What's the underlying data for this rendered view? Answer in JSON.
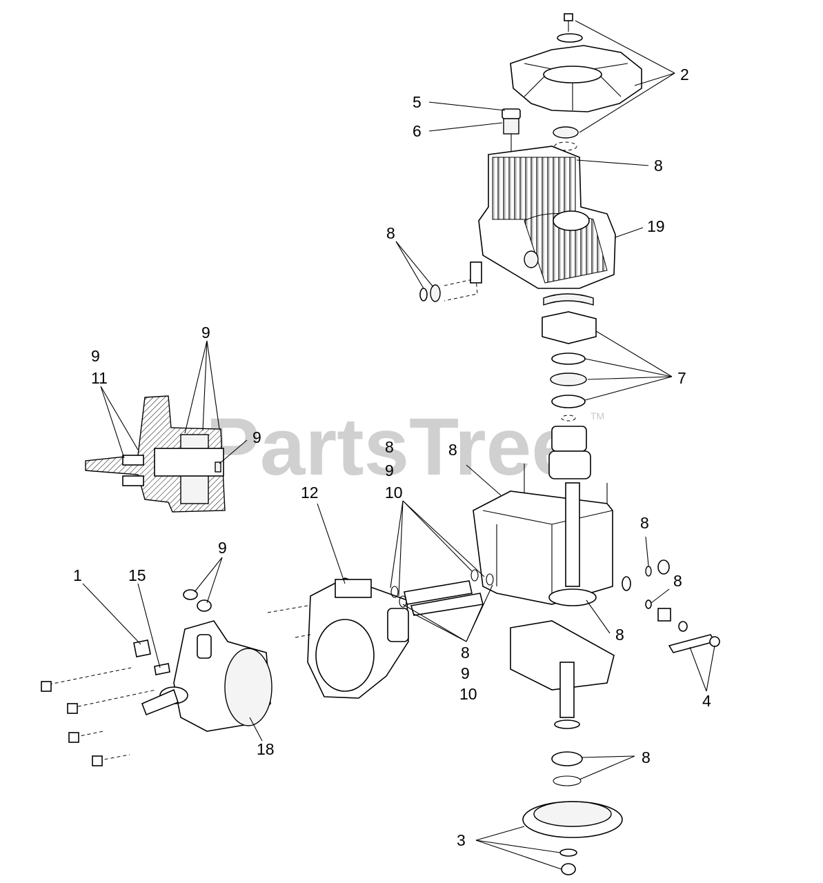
{
  "watermark": {
    "text": "PartsTree",
    "trademark": "TM"
  },
  "callouts": [
    {
      "id": "c1",
      "text": "1"
    },
    {
      "id": "c15",
      "text": "15"
    },
    {
      "id": "c18",
      "text": "18"
    },
    {
      "id": "c9a",
      "text": "9"
    },
    {
      "id": "c11",
      "text": "11"
    },
    {
      "id": "c9b",
      "text": "9"
    },
    {
      "id": "c9c",
      "text": "9"
    },
    {
      "id": "c9d",
      "text": "9"
    },
    {
      "id": "c12",
      "text": "12"
    },
    {
      "id": "c8a",
      "text": "8"
    },
    {
      "id": "c9e",
      "text": "9"
    },
    {
      "id": "c10a",
      "text": "10"
    },
    {
      "id": "c8b",
      "text": "8"
    },
    {
      "id": "c9f",
      "text": "9"
    },
    {
      "id": "c10b",
      "text": "10"
    },
    {
      "id": "c2",
      "text": "2"
    },
    {
      "id": "c5",
      "text": "5"
    },
    {
      "id": "c6",
      "text": "6"
    },
    {
      "id": "c8c",
      "text": "8"
    },
    {
      "id": "c19",
      "text": "19"
    },
    {
      "id": "c8d",
      "text": "8"
    },
    {
      "id": "c7",
      "text": "7"
    },
    {
      "id": "c8e",
      "text": "8"
    },
    {
      "id": "c8f",
      "text": "8"
    },
    {
      "id": "c8g",
      "text": "8"
    },
    {
      "id": "c8h",
      "text": "8"
    },
    {
      "id": "c4",
      "text": "4"
    },
    {
      "id": "c8i",
      "text": "8"
    },
    {
      "id": "c3",
      "text": "3"
    }
  ]
}
